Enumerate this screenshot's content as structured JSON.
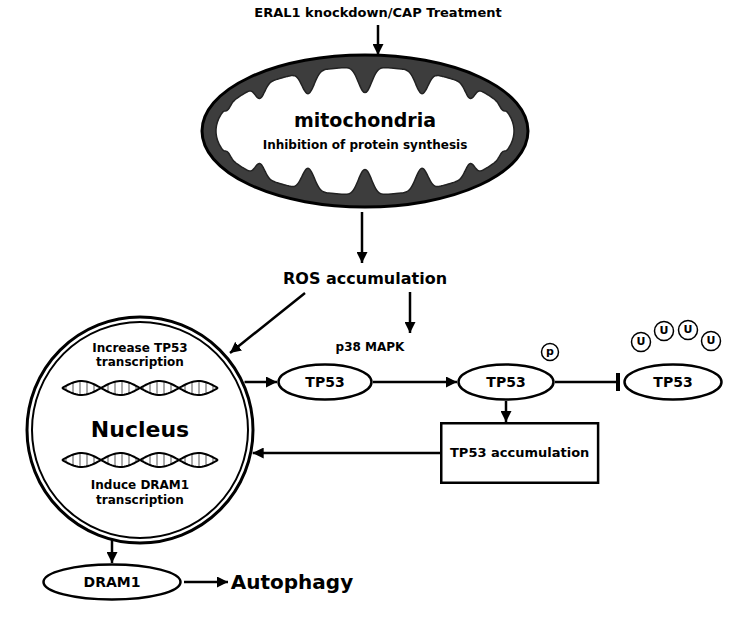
{
  "diagram": {
    "nodes": [
      {
        "text": [
          "mitochondria",
          "Inhibition of protein synthesis"
        ]
      },
      {
        "text": [
          "Increase TP53 transcription",
          "Nucleus",
          "Induce DRAM1 transcription"
        ]
      },
      {
        "text": [
          "TP53"
        ]
      },
      {
        "text": [
          "TP53"
        ]
      },
      {
        "text": [
          "p"
        ]
      },
      {
        "text": [
          "TP53"
        ]
      },
      {
        "text": [
          "U"
        ]
      },
      {
        "text": [
          "U"
        ]
      },
      {
        "text": [
          "U"
        ]
      },
      {
        "text": [
          "U"
        ]
      },
      {
        "text": [
          "TP53 accumulation"
        ]
      },
      {
        "text": [
          "DRAM1"
        ]
      }
    ],
    "edges": [
      {
        "from": 1,
        "to": 2,
        "arrow": "to"
      },
      {
        "from": 2,
        "to": 3,
        "arrow": "to"
      },
      {
        "from": 3,
        "to": 5,
        "arrow": "to"
      },
      {
        "from": 3,
        "to": 10,
        "arrow": "to"
      },
      {
        "from": 10,
        "to": 1,
        "arrow": "to"
      },
      {
        "from": 1,
        "to": 11,
        "arrow": "to"
      }
    ],
    "labels": [
      "ERAL1 knockdown/CAP Treatment",
      "ROS accumulation",
      "p38 MAPK",
      "Autophagy"
    ]
  }
}
